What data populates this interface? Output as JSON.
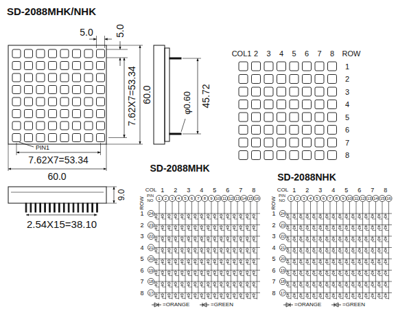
{
  "diagram": {
    "title": "SD-2088MHK/NHK",
    "labels": [
      "5.0",
      "5.0",
      "7.62X7=53.34",
      "60.0",
      "PIN1",
      "7.62X7=53.34",
      "60.0",
      "φ0.60",
      "45.72",
      "2.54X15=38.10",
      "9.0",
      "SD-2088MHK",
      "SD-2088NHK",
      "COL1",
      "2",
      "3",
      "4",
      "5",
      "6",
      "7",
      "8",
      "ROW",
      "1",
      "2",
      "3",
      "4",
      "5",
      "6",
      "7",
      "8",
      "COL",
      "1",
      "2",
      "3",
      "4",
      "5",
      "6",
      "7",
      "8",
      "PIN",
      "NO",
      "1",
      "2",
      "3",
      "4",
      "5",
      "6",
      "7",
      "8",
      "9",
      "10",
      "11",
      "12",
      "13",
      "14",
      "15",
      "16",
      "ROW",
      "1",
      "24",
      "2",
      "23",
      "3",
      "22",
      "4",
      "21",
      "5",
      "20",
      "6",
      "19",
      "7",
      "18",
      "8",
      "17",
      "COL",
      "1",
      "2",
      "3",
      "4",
      "5",
      "6",
      "7",
      "8",
      "PIN",
      "NO",
      "1",
      "2",
      "3",
      "4",
      "5",
      "6",
      "7",
      "8",
      "9",
      "10",
      "11",
      "12",
      "13",
      "14",
      "15",
      "16",
      "ROW",
      "1",
      "24",
      "2",
      "23",
      "3",
      "22",
      "4",
      "21",
      "5",
      "20",
      "6",
      "19",
      "7",
      "18",
      "8",
      "17"
    ],
    "legend": [
      {
        "text": "=ORANGE"
      },
      {
        "text": "=GREEN"
      },
      {
        "text": "=ORANGE"
      },
      {
        "text": "=GREEN"
      }
    ]
  }
}
